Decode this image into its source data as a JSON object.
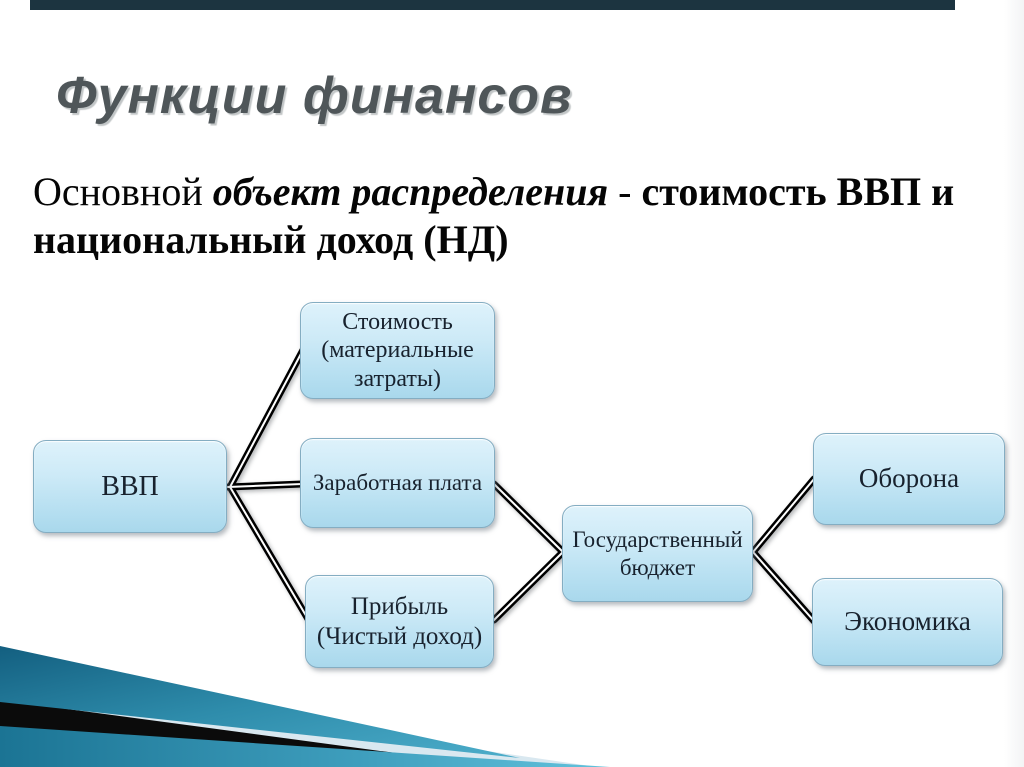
{
  "slide": {
    "title": "Функции финансов",
    "subtitle": {
      "part1": "Основной ",
      "part2": "объект распределения",
      "part3": " - ",
      "part4": "стоимость ВВП и национальный доход (НД)"
    }
  },
  "diagram": {
    "type": "flowchart",
    "nodes": {
      "vvp": {
        "label": "ВВП"
      },
      "stoimost": {
        "label": "Стоимость (материальные затраты)"
      },
      "zarplata": {
        "label": "Заработная плата"
      },
      "pribyl": {
        "label": "Прибыль (Чистый доход)"
      },
      "gosbudget": {
        "label": "Государственный бюджет"
      },
      "oborona": {
        "label": "Оборона"
      },
      "ekonomika": {
        "label": "Экономика"
      }
    },
    "edges": [
      {
        "from": "vvp",
        "to": "stoimost"
      },
      {
        "from": "vvp",
        "to": "zarplata"
      },
      {
        "from": "vvp",
        "to": "pribyl"
      },
      {
        "from": "zarplata",
        "to": "gosbudget"
      },
      {
        "from": "pribyl",
        "to": "gosbudget"
      },
      {
        "from": "gosbudget",
        "to": "oborona"
      },
      {
        "from": "gosbudget",
        "to": "ekonomika"
      }
    ]
  },
  "colors": {
    "node_fill_top": "#def2fb",
    "node_fill_bottom": "#a9d8ec",
    "node_border": "#84adc2",
    "node_text": "#18222e",
    "connector": "#000000",
    "connector_core": "#ffffff",
    "title_text": "#4f5659",
    "topbar": "#1c3440",
    "decor_teal_dark": "#15678a",
    "decor_teal_light": "#55b7d3",
    "decor_pale": "#d9e8f0",
    "decor_black": "#0b0b0b"
  }
}
